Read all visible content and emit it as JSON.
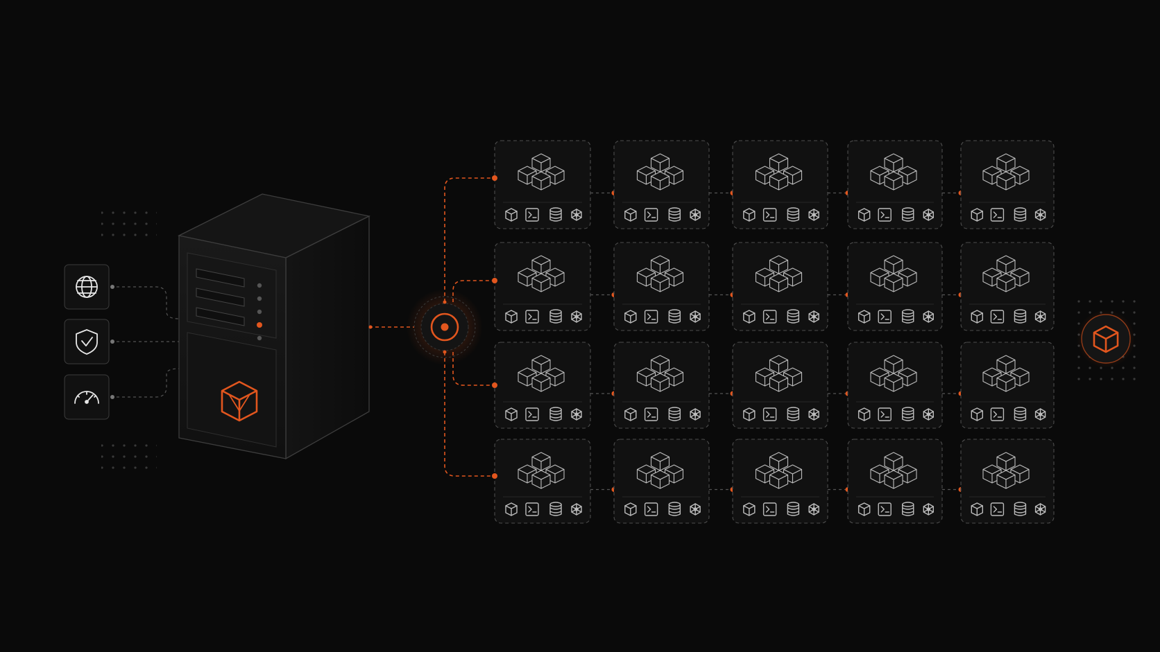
{
  "colors": {
    "background": "#0a0a0a",
    "accent": "#e2561e",
    "line": "#bdbdbd",
    "dim": "#4d4d4d",
    "panel": "#111111"
  },
  "grid": {
    "rows": 4,
    "columns": 5
  },
  "left_icons": [
    "globe-icon",
    "shield-check-icon",
    "speedometer-icon"
  ],
  "server": {
    "logo": "cube-logo-icon",
    "status_leds": 5,
    "active_led": 4
  },
  "hub": {
    "icon": "target-hub-icon"
  },
  "output": {
    "icon": "cube-output-icon"
  },
  "cell_icons": [
    "box-icon",
    "terminal-icon",
    "database-icon",
    "network-icon"
  ],
  "cell_illustration": "stacked-cubes-icon"
}
